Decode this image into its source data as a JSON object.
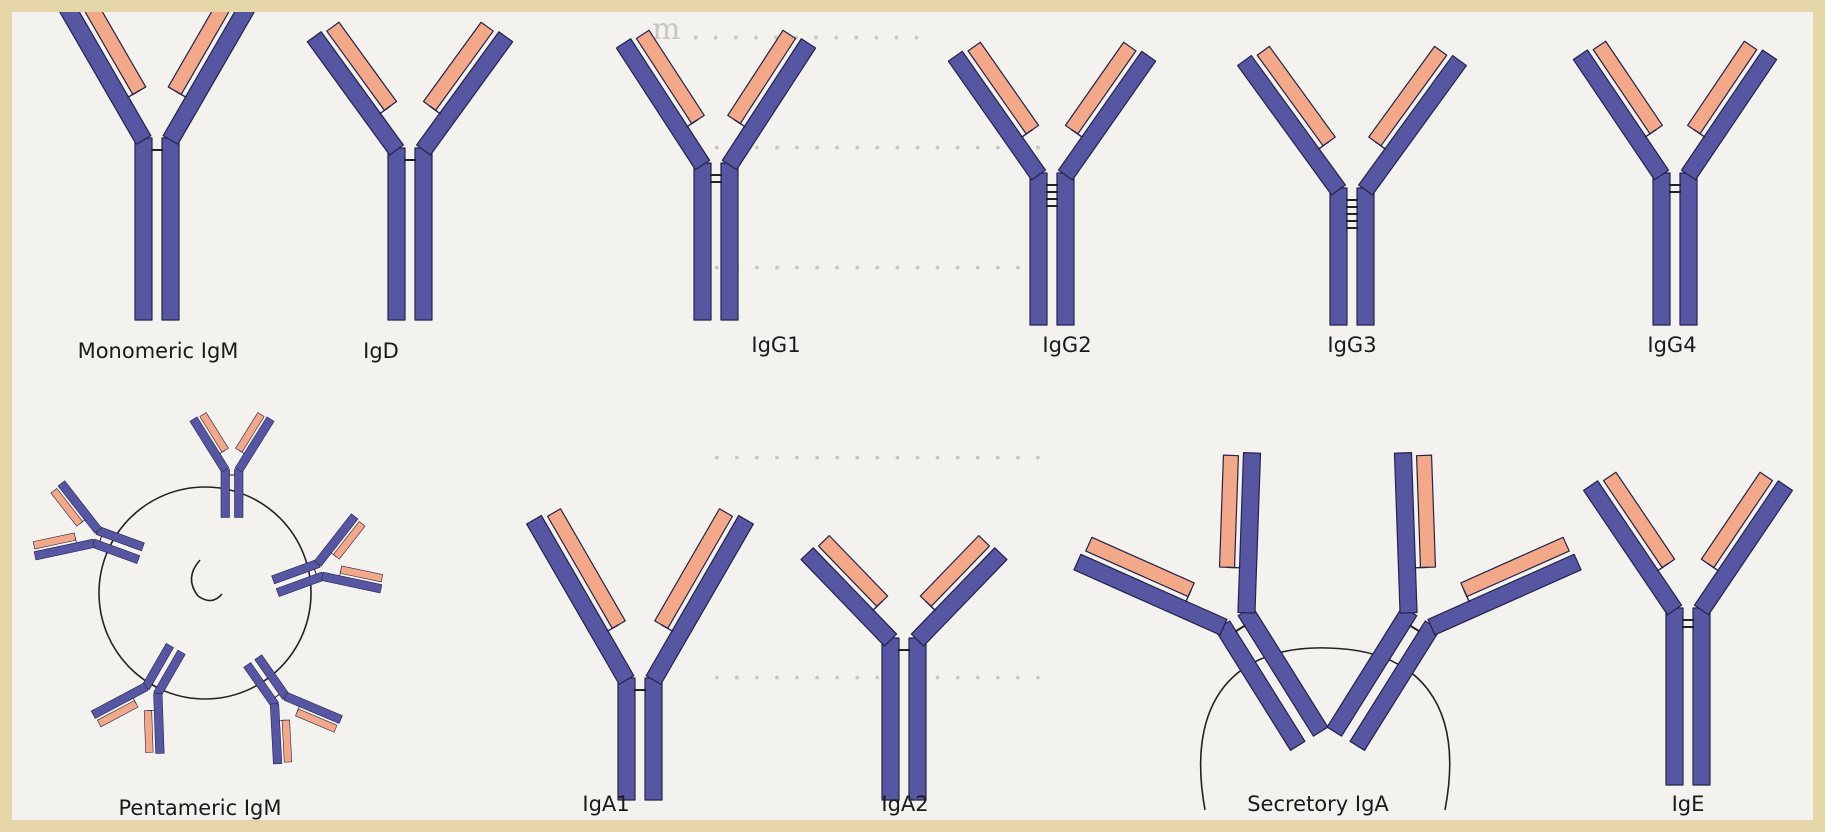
{
  "colors": {
    "heavy_chain": "#5656a2",
    "light_chain": "#f3a88a",
    "outline": "#23234a",
    "frame": "#e4d6a6",
    "panel": "#f4f2ee"
  },
  "labels": {
    "monomeric_igm": "Monomeric IgM",
    "igd": "IgD",
    "igg1": "IgG1",
    "igg2": "IgG2",
    "igg3": "IgG3",
    "igg4": "IgG4",
    "pentameric_igm": "Pentameric IgM",
    "iga1": "IgA1",
    "iga2": "IgA2",
    "secretory_iga": "Secretory IgA",
    "ige": "IgE"
  },
  "antibodies": [
    {
      "key": "monomeric_igm",
      "disulfide_bonds": 1
    },
    {
      "key": "igd",
      "disulfide_bonds": 1
    },
    {
      "key": "igg1",
      "disulfide_bonds": 2
    },
    {
      "key": "igg2",
      "disulfide_bonds": 4
    },
    {
      "key": "igg3",
      "disulfide_bonds": 5
    },
    {
      "key": "igg4",
      "disulfide_bonds": 2
    },
    {
      "key": "iga1",
      "disulfide_bonds": 1
    },
    {
      "key": "iga2",
      "disulfide_bonds": 1
    },
    {
      "key": "ige",
      "disulfide_bonds": 2
    }
  ],
  "pentamer_units": 5,
  "secretory_iga_units": 2
}
